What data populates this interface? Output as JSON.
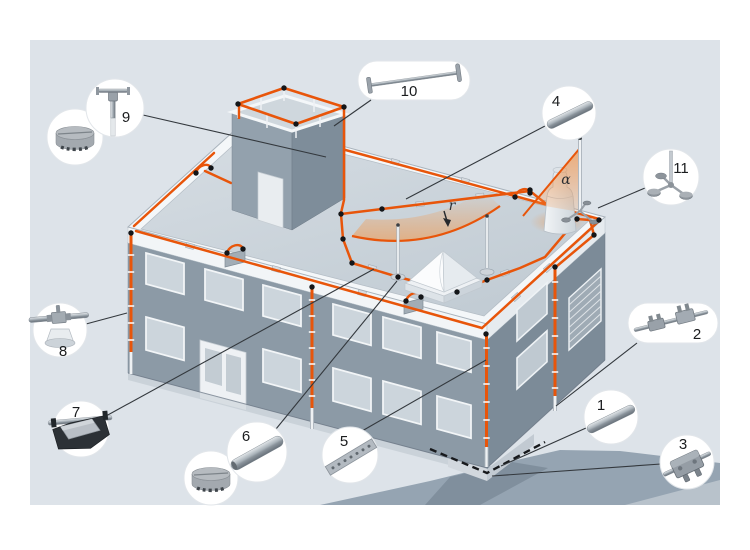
{
  "figure": {
    "subject": "lightning-protection-system-isometric-building",
    "labels": {
      "alpha": "α",
      "radius": "r"
    },
    "colors": {
      "background": "#ffffff",
      "panel": "#dde3e9",
      "conductor_orange": "#e8550a",
      "leader_line": "#33383d",
      "wall_front": "#8c9aa6",
      "wall_right": "#7c8b98",
      "roof": "#c9d2d9"
    },
    "callouts": [
      {
        "number": "1",
        "icon": "round-conductor-rod-icon"
      },
      {
        "number": "2",
        "icon": "conductor-with-test-clamps-icon"
      },
      {
        "number": "3",
        "icon": "connection-clamp-icon"
      },
      {
        "number": "4",
        "icon": "air-termination-rod-icon"
      },
      {
        "number": "5",
        "icon": "perforated-flat-strip-icon"
      },
      {
        "number": "6",
        "icon": "support-tube-icon"
      },
      {
        "number": "7",
        "icon": "flat-roof-conductor-holder-icon"
      },
      {
        "number": "8",
        "icon": "wall-conductor-holder-icon"
      },
      {
        "number": "9",
        "icon": "rod-clamp-holder-icon"
      },
      {
        "number": "10",
        "icon": "spanning-rod-icon"
      },
      {
        "number": "11",
        "icon": "tripod-stand-icon"
      }
    ]
  }
}
